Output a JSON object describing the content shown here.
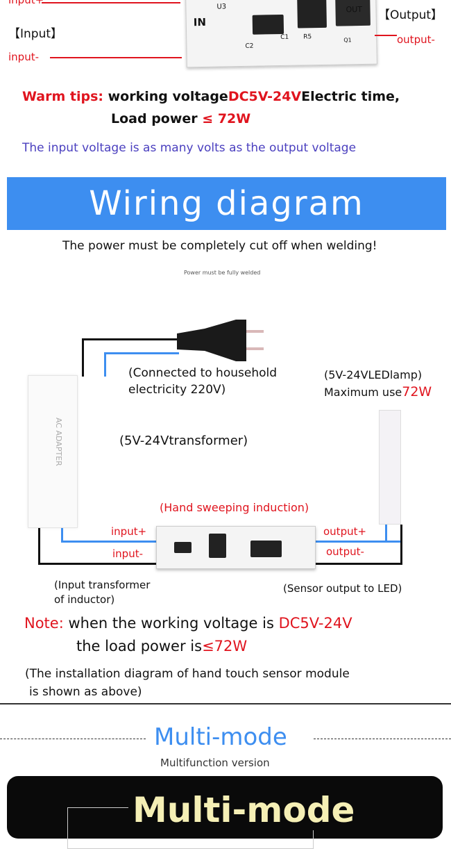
{
  "top_board": {
    "input_plus": "input+",
    "input_label": "【Input】",
    "input_minus": "input-",
    "in_silk": "IN",
    "out_silk": "OUT",
    "output_label": "【Output】",
    "output_minus": "output-",
    "silk": {
      "u3": "U3",
      "c2": "C2",
      "c1": "C1",
      "r5": "R5",
      "q1": "Q1"
    }
  },
  "tips": {
    "prefix": "Warm tips:",
    "text1": " working voltage",
    "voltage": "DC5V-24V",
    "text2": "Electric time,",
    "load_text": "Load power ",
    "load_value": "≤ 72W",
    "note_blue": "The input voltage is as many volts as the output voltage"
  },
  "banner": {
    "title": "Wiring diagram",
    "color": "#3d8ef0"
  },
  "warning": "The power must be completely cut off when welding!",
  "sub_warning": "Power must be fully welded",
  "diagram": {
    "household": [
      "(Connected to household",
      "electricity 220V)"
    ],
    "lamp": "(5V-24VLEDlamp)",
    "lamp_max": "Maximum use",
    "lamp_power": "72W",
    "transformer": "(5V-24Vtransformer)",
    "adapter_label": "AC ADAPTER",
    "hand": "(Hand sweeping induction)",
    "input_plus": "input+",
    "input_minus": "input-",
    "output_plus": "output+",
    "output_minus": "output-",
    "input_note": [
      "(Input transformer",
      "of inductor)"
    ],
    "sensor_note": "(Sensor output to LED)"
  },
  "note": {
    "prefix": "Note:",
    "text1": " when the working voltage is ",
    "voltage": "DC5V-24V",
    "text2": "the load power is",
    "power": "≤72W",
    "install": [
      "(The installation diagram of hand touch sensor module",
      "is shown as above)"
    ]
  },
  "multi": {
    "title": "Multi-mode",
    "subtitle": "Multifunction version",
    "card_title": "Multi-mode"
  }
}
